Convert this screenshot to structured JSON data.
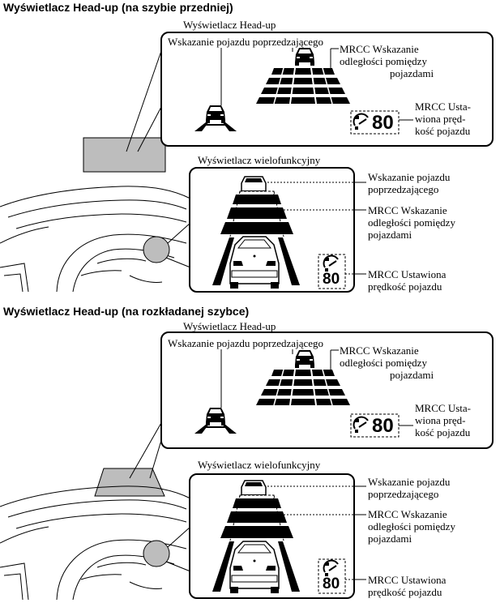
{
  "section1": {
    "title": "Wyświetlacz Head-up (na szybie przedniej)",
    "hud_title": "Wyświetlacz Head-up",
    "hud_vehicle_label": "Wskazanie pojazdu poprzedzającego",
    "hud_distance_label": [
      "MRCC Wskazanie",
      "odległości pomiędzy",
      "pojazdami"
    ],
    "hud_speed_label": [
      "MRCC Usta-",
      "wiona pręd-",
      "kość pojazdu"
    ],
    "hud_speed_value": "80",
    "mid_title": "Wyświetlacz wielofunkcyjny",
    "mid_vehicle_label": [
      "Wskazanie pojazdu",
      "poprzedzającego"
    ],
    "mid_distance_label": [
      "MRCC Wskazanie",
      "odległości pomiędzy",
      "pojazdami"
    ],
    "mid_speed_label": [
      "MRCC Ustawiona",
      "prędkość pojazdu"
    ],
    "mid_speed_value": "80"
  },
  "section2": {
    "title": "Wyświetlacz Head-up (na rozkładanej szybce)",
    "hud_title": "Wyświetlacz Head-up",
    "hud_vehicle_label": "Wskazanie pojazdu poprzedzającego",
    "hud_distance_label": [
      "MRCC Wskazanie",
      "odległości pomiędzy",
      "pojazdami"
    ],
    "hud_speed_label": [
      "MRCC Usta-",
      "wiona pręd-",
      "kość pojazdu"
    ],
    "hud_speed_value": "80",
    "mid_title": "Wyświetlacz wielofunkcyjny",
    "mid_vehicle_label": [
      "Wskazanie pojazdu",
      "poprzedzającego"
    ],
    "mid_distance_label": [
      "MRCC Wskazanie",
      "odległości pomiędzy",
      "pojazdami"
    ],
    "mid_speed_label": [
      "MRCC Ustawiona",
      "prędkość pojazdu"
    ],
    "mid_speed_value": "80"
  }
}
